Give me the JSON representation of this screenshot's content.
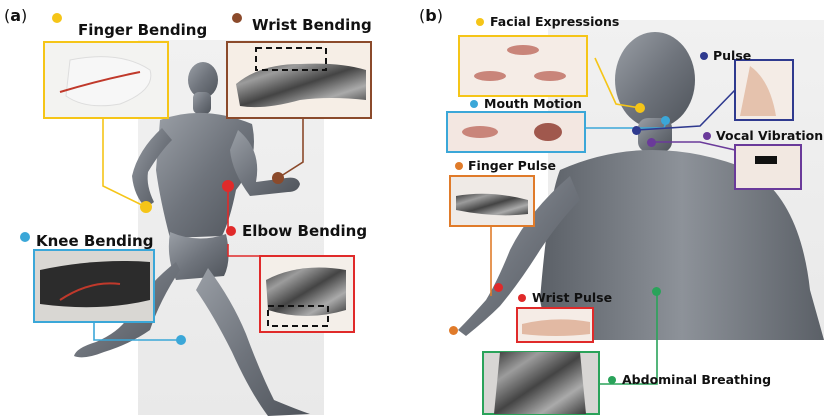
{
  "panel_a": {
    "letter": "a",
    "labels": {
      "finger_bending": "Finger Bending",
      "wrist_bending": "Wrist Bending",
      "elbow_bending": "Elbow Bending",
      "knee_bending": "Knee Bending"
    }
  },
  "panel_b": {
    "letter": "b",
    "labels": {
      "facial_expressions": "Facial Expressions",
      "pulse": "Pulse",
      "mouth_motion": "Mouth Motion",
      "vocal_vibration": "Vocal Vibration",
      "finger_pulse": "Finger Pulse",
      "wrist_pulse": "Wrist Pulse",
      "abdominal_breathing": "Abdominal Breathing"
    }
  },
  "colors": {
    "yellow": "#f5c518",
    "brown": "#8b4a2b",
    "red": "#e02a2a",
    "blue": "#3ba7d8",
    "navy": "#2f3a8f",
    "purple": "#6a3a9a",
    "orange": "#e07b2a",
    "green": "#2aa35a"
  }
}
